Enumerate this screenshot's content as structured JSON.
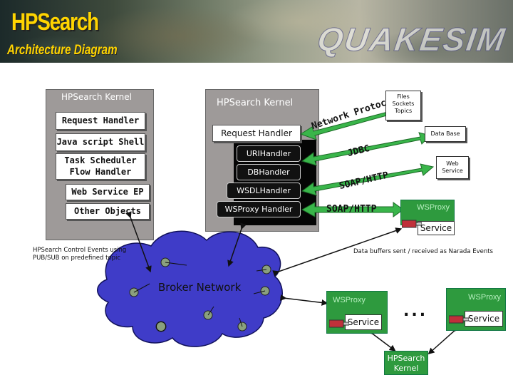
{
  "header": {
    "title": "HPSearch",
    "subtitle": "Architecture Diagram",
    "logo_text": "QUAKESIM"
  },
  "kernel_left": {
    "label": "HPSearch Kernel",
    "items": [
      "Request Handler",
      "Java script Shell",
      "Task Scheduler\nFlow Handler",
      "Web Service EP",
      "Other Objects"
    ]
  },
  "kernel_right": {
    "label": "HPSearch Kernel",
    "request_handler": "Request Handler",
    "handlers": [
      "URIHandler",
      "DBHandler",
      "WSDLHandler",
      "WSProxy Handler"
    ]
  },
  "connections": {
    "network_protocol": "Network Protocol",
    "jdbc": "JDBC",
    "soap_http_upper": "SOAP/HTTP",
    "soap_http_lower": "SOAP/HTTP"
  },
  "targets": {
    "files": "Files\nSockets\nTopics",
    "database": "Data Base",
    "web_service": "Web\nService"
  },
  "proxies": {
    "wsproxy_label": "WSProxy",
    "service_label": "Service"
  },
  "captions": {
    "control_events": "HPSearch Control Events using\nPUB/SUB on predefined topic",
    "data_buffers": "Data buffers sent / received as Narada Events"
  },
  "broker": {
    "label": "Broker Network"
  },
  "ellipsis": "...",
  "hpsearch_kernel_bottom": "HPSearch\nKernel",
  "colors": {
    "title_yellow": "#ffd400",
    "kernel_gray": "#9e9a99",
    "arrow_green": "#39b54a",
    "cloud_blue": "#3f3cc8",
    "proxy_green": "#2e9a3e"
  }
}
